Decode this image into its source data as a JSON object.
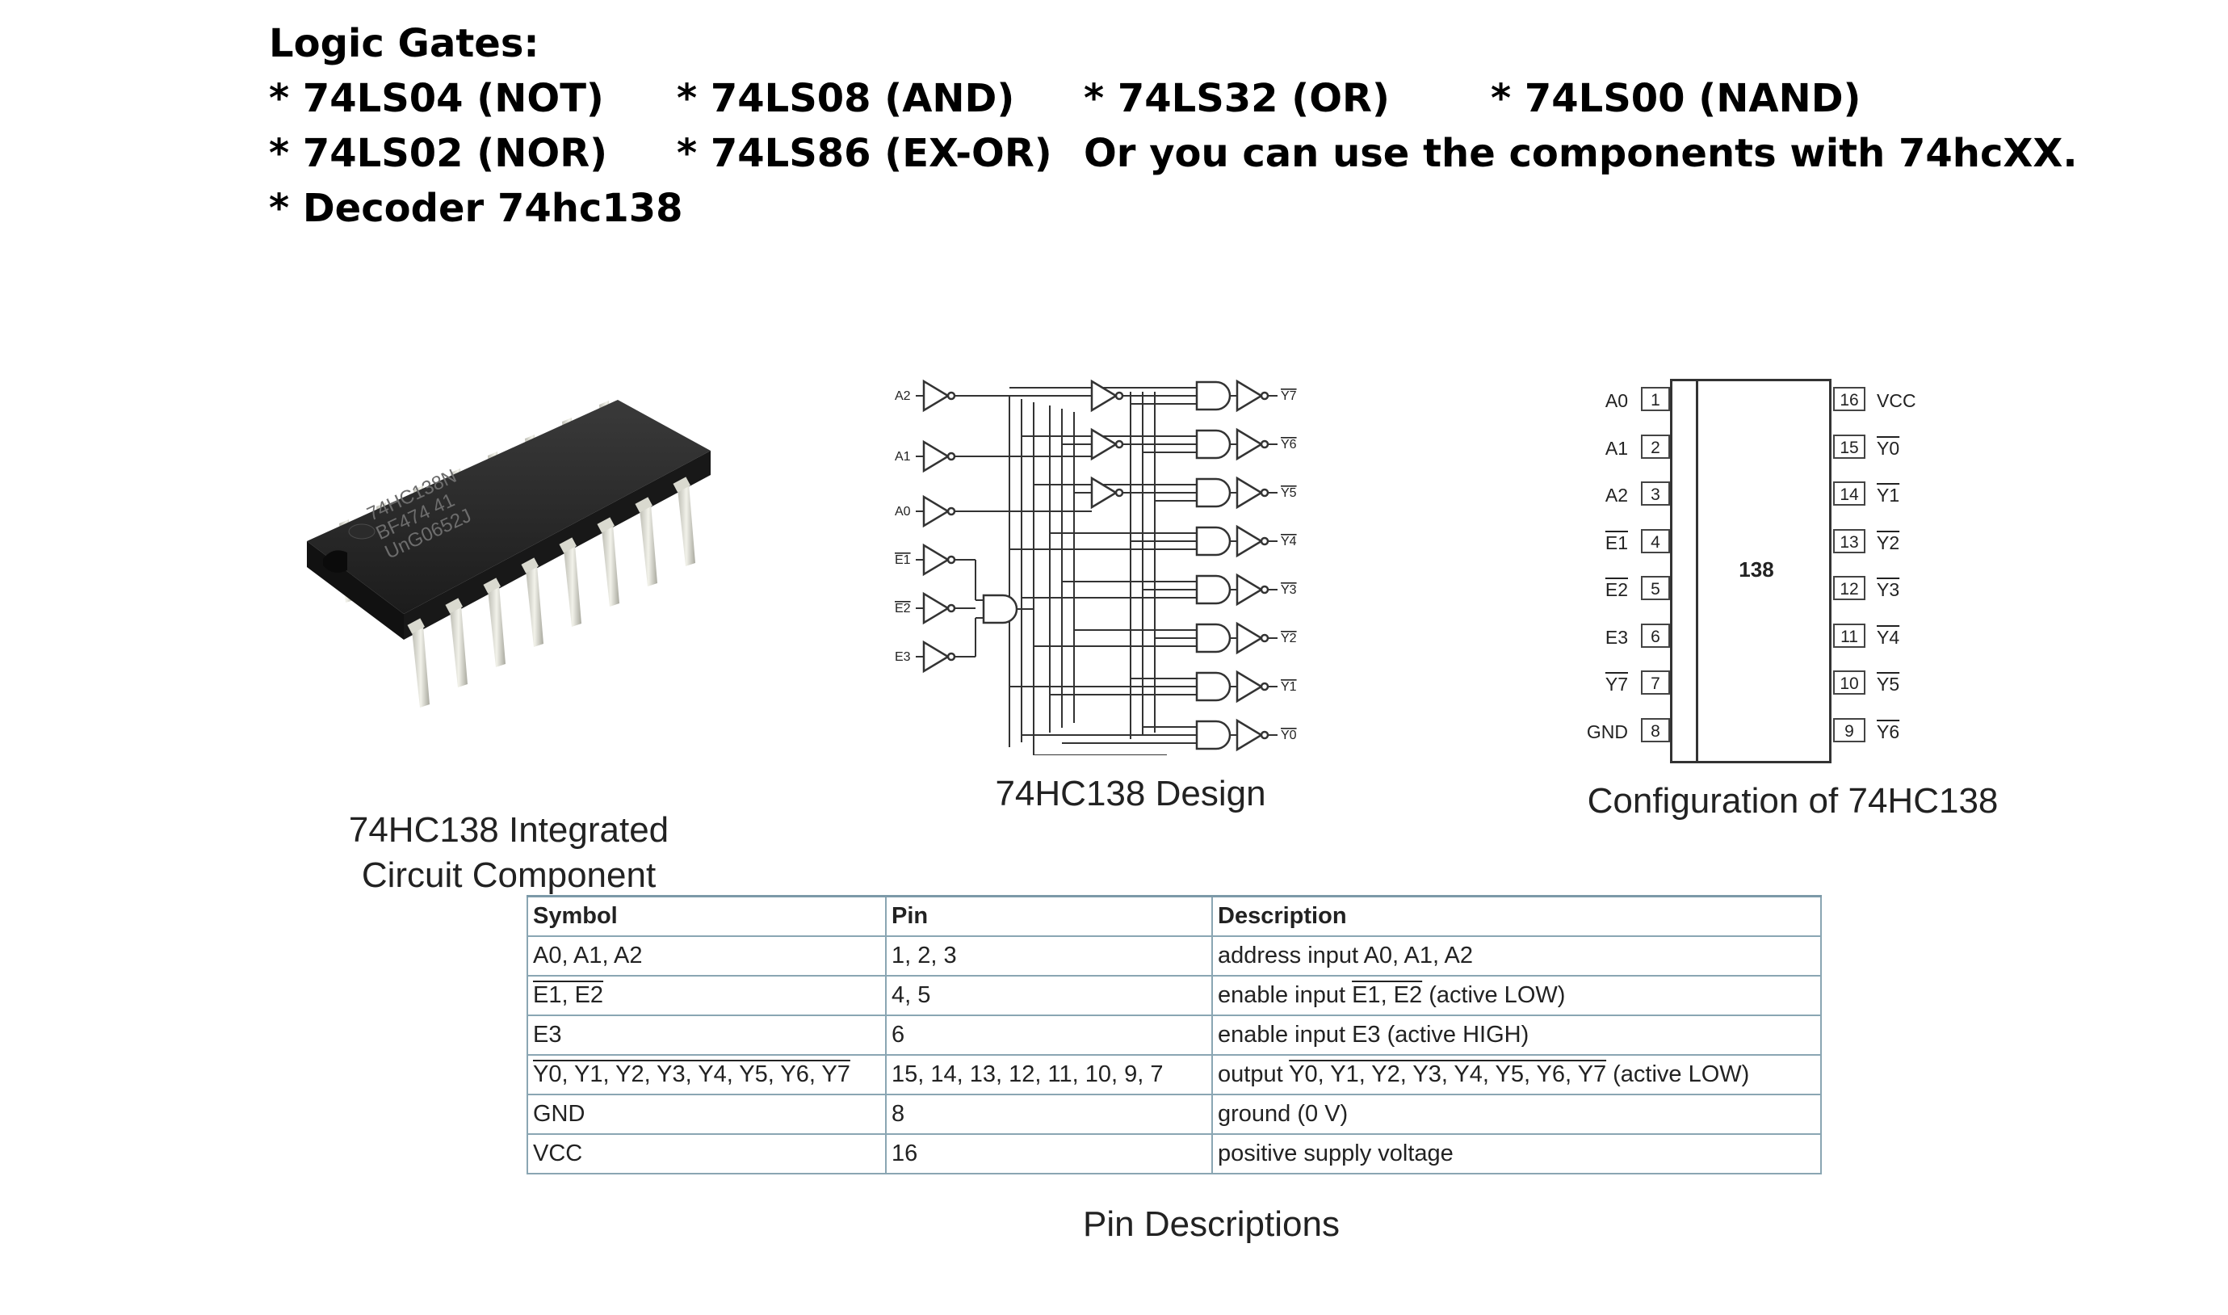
{
  "header": {
    "title": "Logic Gates:",
    "gates": [
      "* 74LS04 (NOT)",
      "* 74LS08 (AND)",
      "* 74LS32 (OR)",
      "* 74LS00 (NAND)",
      "* 74LS02 (NOR)",
      "* 74LS86 (EX-OR)",
      "Or you can use the components with 74hcXX.",
      "* Decoder 74hc138"
    ]
  },
  "chip": {
    "marking": [
      "74HC138N",
      "BF474 41",
      "UnG0652J"
    ],
    "caption_line1": "74HC138 Integrated",
    "caption_line2": "Circuit Component"
  },
  "design": {
    "caption": "74HC138 Design",
    "inputs": [
      "A2",
      "A1",
      "A0",
      "E1",
      "E2",
      "E3"
    ],
    "outputs": [
      "Y7",
      "Y6",
      "Y5",
      "Y4",
      "Y3",
      "Y2",
      "Y1",
      "Y0"
    ]
  },
  "pinout": {
    "caption": "Configuration of 74HC138",
    "chip_label": "138",
    "left_pins": [
      {
        "name": "A0",
        "num": "1"
      },
      {
        "name": "A1",
        "num": "2"
      },
      {
        "name": "A2",
        "num": "3"
      },
      {
        "name": "E1",
        "num": "4"
      },
      {
        "name": "E2",
        "num": "5"
      },
      {
        "name": "E3",
        "num": "6"
      },
      {
        "name": "Y7",
        "num": "7"
      },
      {
        "name": "GND",
        "num": "8"
      }
    ],
    "right_pins": [
      {
        "name": "VCC",
        "num": "16"
      },
      {
        "name": "Y0",
        "num": "15"
      },
      {
        "name": "Y1",
        "num": "14"
      },
      {
        "name": "Y2",
        "num": "13"
      },
      {
        "name": "Y3",
        "num": "12"
      },
      {
        "name": "Y4",
        "num": "11"
      },
      {
        "name": "Y5",
        "num": "10"
      },
      {
        "name": "Y6",
        "num": "9"
      }
    ]
  },
  "table": {
    "caption": "Pin Descriptions",
    "headers": [
      "Symbol",
      "Pin",
      "Description"
    ],
    "rows": [
      {
        "symbol": "A0, A1, A2",
        "pin": "1, 2, 3",
        "desc": "address input A0, A1, A2"
      },
      {
        "symbol": "E1, E2",
        "pin": "4, 5",
        "desc_pre": "enable input ",
        "desc_sym": "E1, E2",
        "desc_post": " (active LOW)"
      },
      {
        "symbol": "E3",
        "pin": "6",
        "desc": "enable input E3 (active HIGH)"
      },
      {
        "symbol": "Y0, Y1, Y2, Y3, Y4, Y5, Y6, Y7",
        "pin": "15, 14, 13, 12, 11, 10, 9, 7",
        "desc_pre": "output ",
        "desc_sym": "Y0, Y1, Y2, Y3, Y4, Y5, Y6, Y7",
        "desc_post": " (active LOW)"
      },
      {
        "symbol": "GND",
        "pin": "8",
        "desc": "ground (0 V)"
      },
      {
        "symbol": "VCC",
        "pin": "16",
        "desc": "positive supply voltage"
      }
    ]
  }
}
